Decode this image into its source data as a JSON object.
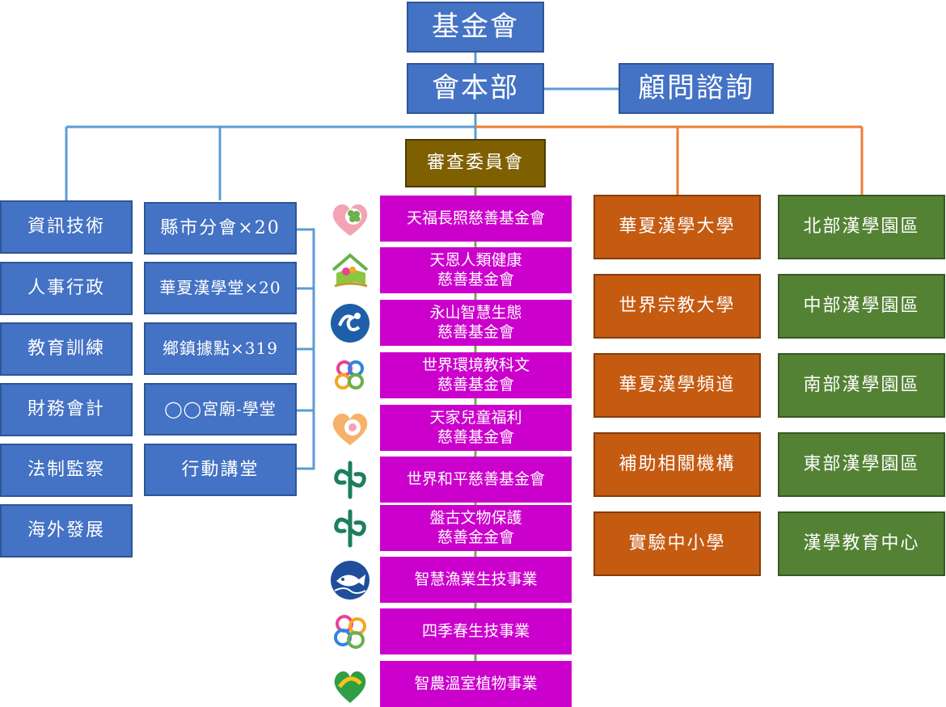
{
  "top": {
    "foundation": "基金會",
    "headquarters": "會本部",
    "advisory": "顧問諮詢",
    "review": "審查委員會"
  },
  "admin_departments": [
    "資訊技術",
    "人事行政",
    "教育訓練",
    "財務會計",
    "法制監察",
    "海外發展"
  ],
  "branches": [
    "縣市分會×20",
    "華夏漢學堂×20",
    "鄉鎮據點×319",
    "◯◯宮廟-學堂",
    "行動講堂"
  ],
  "foundations": [
    {
      "line1": "天福長照慈善基金會",
      "line2": ""
    },
    {
      "line1": "天恩人類健康",
      "line2": "慈善基金會"
    },
    {
      "line1": "永山智慧生態",
      "line2": "慈善基金會"
    },
    {
      "line1": "世界環境教科文",
      "line2": "慈善基金會"
    },
    {
      "line1": "天家兒童福利",
      "line2": "慈善基金會"
    },
    {
      "line1": "世界和平慈善基金會",
      "line2": ""
    },
    {
      "line1": "盤古文物保護",
      "line2": "慈善金金會"
    },
    {
      "line1": "智慧漁業生技事業",
      "line2": ""
    },
    {
      "line1": "四季春生技事業",
      "line2": ""
    },
    {
      "line1": "智農溫室植物事業",
      "line2": ""
    }
  ],
  "universities": [
    "華夏漢學大學",
    "世界宗教大學",
    "華夏漢學頻道",
    "補助相關機構",
    "實驗中小學"
  ],
  "parks": [
    "北部漢學園區",
    "中部漢學園區",
    "南部漢學園區",
    "東部漢學園區",
    "漢學教育中心"
  ],
  "logos": [
    "heart-clover-logo",
    "house-flower-logo",
    "water-circle-logo",
    "flower-swirl-logo",
    "heart-child-logo",
    "vine-knot-logo",
    "vine-knot-logo",
    "fish-circle-logo",
    "clover-petal-logo",
    "leaf-heart-logo"
  ],
  "colors": {
    "blue": "#4472c4",
    "olive": "#7f6000",
    "magenta": "#cc00cc",
    "orange": "#c55a11",
    "green": "#548235",
    "blue_line": "#5b9bd5",
    "orange_line": "#ed7d31",
    "green_line": "#70ad47"
  }
}
